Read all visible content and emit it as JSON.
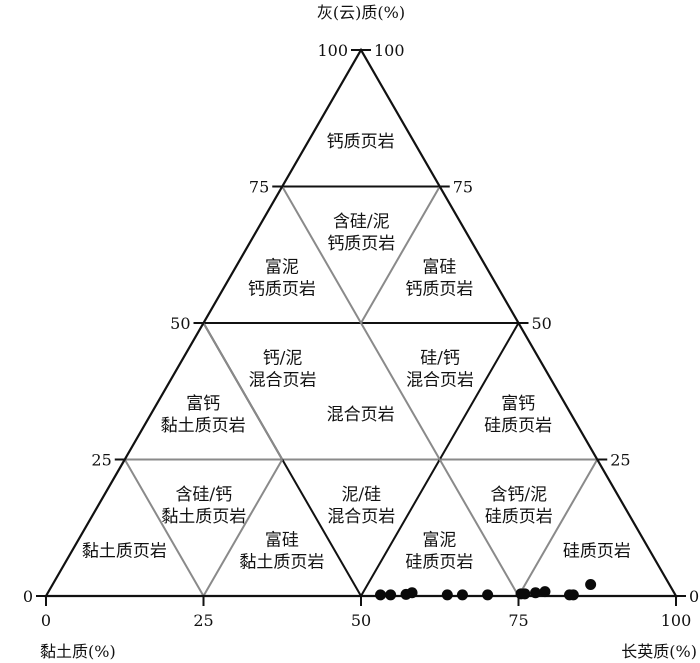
{
  "chart_data": {
    "type": "scatter",
    "subtype": "ternary",
    "vertices": {
      "top": "灰(云)质(%)",
      "left": "黏土质(%)",
      "right": "长英质(%)"
    },
    "ticks": {
      "left_edge": [
        "0",
        "25",
        "50",
        "75",
        "100"
      ],
      "right_edge": [
        "100",
        "75",
        "50",
        "25",
        "0"
      ],
      "bottom_edge": [
        "0",
        "25",
        "50",
        "75",
        "100"
      ]
    },
    "regions": [
      {
        "id": "r1",
        "lines": [
          "钙质页岩"
        ],
        "c": 83.3,
        "k": 8.3,
        "q": 8.3
      },
      {
        "id": "r2",
        "lines": [
          "含硅/泥",
          "钙质页岩"
        ],
        "c": 66.7,
        "k": 16.7,
        "q": 16.7
      },
      {
        "id": "r3",
        "lines": [
          "富泥",
          "钙质页岩"
        ],
        "c": 58.3,
        "k": 33.3,
        "q": 8.3
      },
      {
        "id": "r4",
        "lines": [
          "富硅",
          "钙质页岩"
        ],
        "c": 58.3,
        "k": 8.3,
        "q": 33.3
      },
      {
        "id": "r5",
        "lines": [
          "钙/泥",
          "混合页岩"
        ],
        "c": 41.7,
        "k": 41.7,
        "q": 16.7
      },
      {
        "id": "r6",
        "lines": [
          "硅/钙",
          "混合页岩"
        ],
        "c": 41.7,
        "k": 16.7,
        "q": 41.7
      },
      {
        "id": "r7",
        "lines": [
          "混合页岩"
        ],
        "c": 33.3,
        "k": 33.3,
        "q": 33.3
      },
      {
        "id": "r8",
        "lines": [
          "富钙",
          "黏土质页岩"
        ],
        "c": 33.3,
        "k": 58.3,
        "q": 8.3
      },
      {
        "id": "r9",
        "lines": [
          "富钙",
          "硅质页岩"
        ],
        "c": 33.3,
        "k": 8.3,
        "q": 58.3
      },
      {
        "id": "r10",
        "lines": [
          "含硅/钙",
          "黏土质页岩"
        ],
        "c": 16.7,
        "k": 66.7,
        "q": 16.7
      },
      {
        "id": "r11",
        "lines": [
          "泥/硅",
          "混合页岩"
        ],
        "c": 16.7,
        "k": 41.7,
        "q": 41.7
      },
      {
        "id": "r12",
        "lines": [
          "含钙/泥",
          "硅质页岩"
        ],
        "c": 16.7,
        "k": 16.7,
        "q": 66.7
      },
      {
        "id": "r13",
        "lines": [
          "黏土质页岩"
        ],
        "c": 8.3,
        "k": 83.3,
        "q": 8.3
      },
      {
        "id": "r14",
        "lines": [
          "富硅",
          "黏土质页岩"
        ],
        "c": 8.3,
        "k": 58.3,
        "q": 33.3
      },
      {
        "id": "r15",
        "lines": [
          "富泥",
          "硅质页岩"
        ],
        "c": 8.3,
        "k": 33.3,
        "q": 58.3
      },
      {
        "id": "r16",
        "lines": [
          "硅质页岩"
        ],
        "c": 8.3,
        "k": 8.3,
        "q": 83.3
      }
    ],
    "points": [
      {
        "c": 0.2,
        "q": 53.0
      },
      {
        "c": 0.2,
        "q": 54.6
      },
      {
        "c": 0.3,
        "q": 57.0
      },
      {
        "c": 0.6,
        "q": 57.8
      },
      {
        "c": 0.2,
        "q": 63.6
      },
      {
        "c": 0.2,
        "q": 66.0
      },
      {
        "c": 0.2,
        "q": 70.0
      },
      {
        "c": 0.4,
        "q": 75.2
      },
      {
        "c": 0.4,
        "q": 75.8
      },
      {
        "c": 0.6,
        "q": 77.4
      },
      {
        "c": 0.8,
        "q": 78.8
      },
      {
        "c": 0.2,
        "q": 83.0
      },
      {
        "c": 0.2,
        "q": 83.6
      },
      {
        "c": 2.1,
        "q": 85.4
      }
    ],
    "grid_lines": "dividing lines at 25% intervals"
  }
}
